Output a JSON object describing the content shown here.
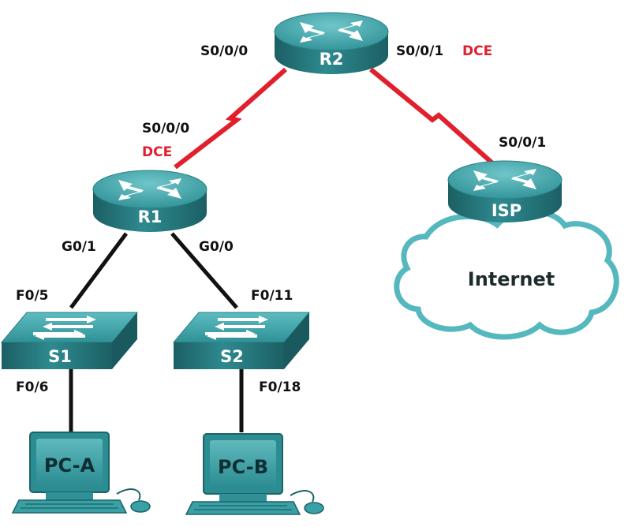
{
  "colors": {
    "serial_link": "#e0202c",
    "ethernet_link": "#111111",
    "dce_label": "#e0202c",
    "device_top": "#3fa3a8",
    "device_side": "#1f6e72",
    "cloud_outline": "#55b8bf"
  },
  "devices": {
    "r2": {
      "label": "R2",
      "icon": "router-icon"
    },
    "r1": {
      "label": "R1",
      "icon": "router-icon"
    },
    "isp": {
      "label": "ISP",
      "icon": "router-icon"
    },
    "s1": {
      "label": "S1",
      "icon": "switch-icon"
    },
    "s2": {
      "label": "S2",
      "icon": "switch-icon"
    },
    "pca": {
      "label": "PC-A",
      "icon": "pc-icon"
    },
    "pcb": {
      "label": "PC-B",
      "icon": "pc-icon"
    }
  },
  "cloud": {
    "label": "Internet",
    "icon": "cloud-icon"
  },
  "ports": {
    "r2_s000": "S0/0/0",
    "r2_s001": "S0/0/1",
    "r1_s000": "S0/0/0",
    "isp_s001": "S0/0/1",
    "r1_g01": "G0/1",
    "r1_g00": "G0/0",
    "s1_f05": "F0/5",
    "s2_f011": "F0/11",
    "s1_f06": "F0/6",
    "s2_f018": "F0/18"
  },
  "dce": {
    "r2": "DCE",
    "r1": "DCE"
  }
}
